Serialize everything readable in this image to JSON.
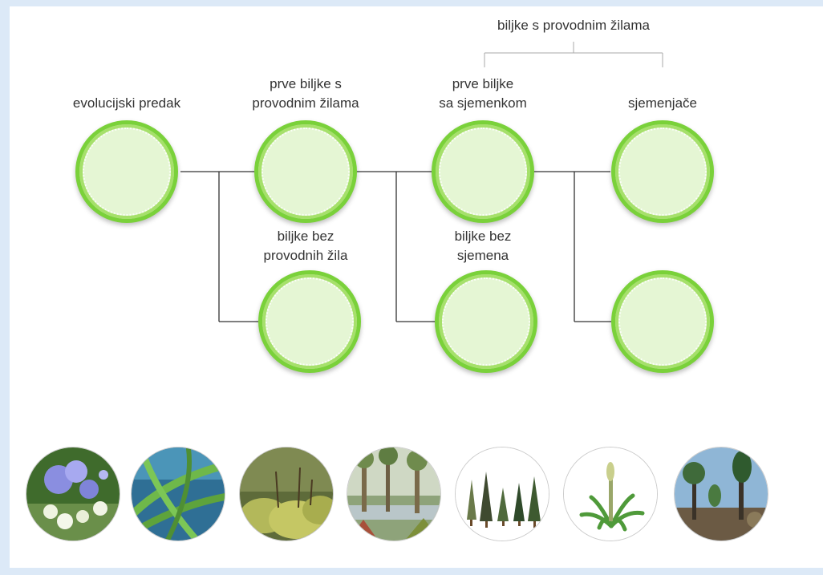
{
  "diagram": {
    "bracket_label": "biljke s provodnim žilama",
    "labels": {
      "ancestor": "evolucijski predak",
      "first_vascular": "prve biljke s\nprovodnim žilama",
      "first_seed": "prve biljke\nsa sjemenkom",
      "seed_plants": "sjemenjače",
      "nonvascular": "biljke bez\nprovodnih žila",
      "seedless": "biljke bez\nsjemena"
    },
    "slot_color": "#e5f6d4",
    "slot_border_color": "#7ad13a",
    "line_color": "#333333"
  },
  "image_bank": {
    "items": [
      {
        "depicts": "flowering-plant"
      },
      {
        "depicts": "green-alga-filaments"
      },
      {
        "depicts": "moss"
      },
      {
        "depicts": "prehistoric-swamp-forest"
      },
      {
        "depicts": "conifer-trees"
      },
      {
        "depicts": "fern"
      },
      {
        "depicts": "prehistoric-landscape"
      }
    ]
  }
}
